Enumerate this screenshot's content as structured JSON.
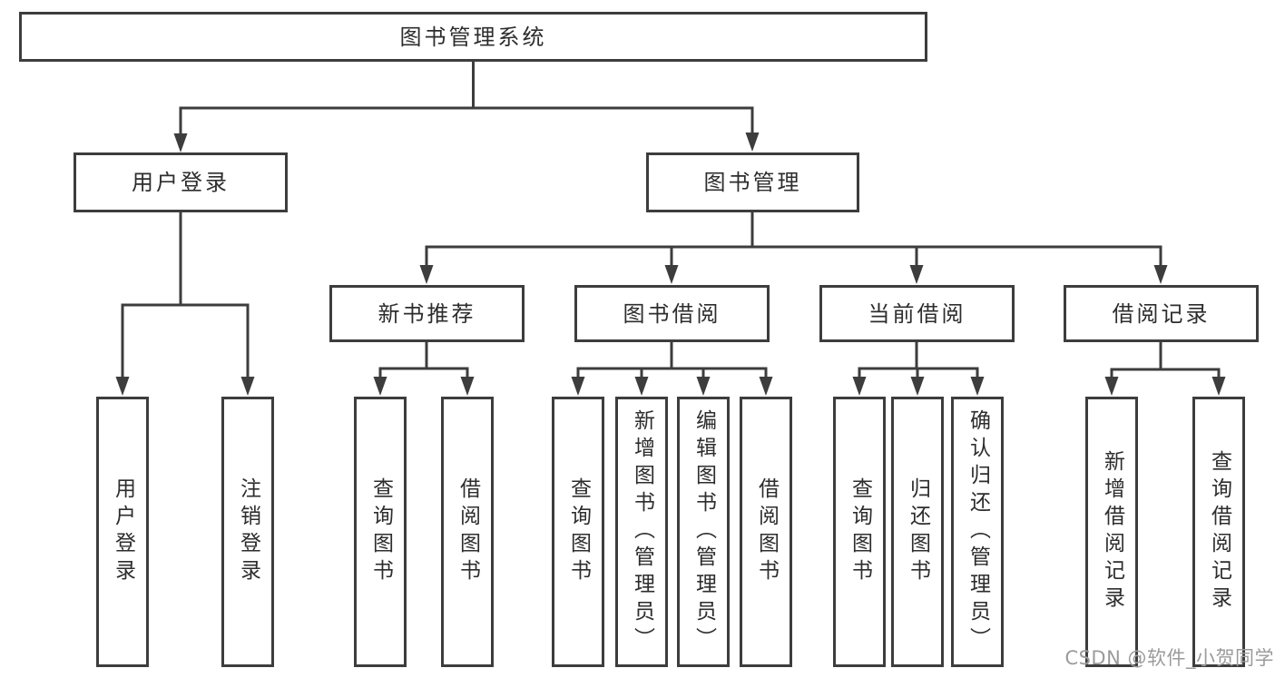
{
  "diagram": {
    "root": {
      "label": "图书管理系统"
    },
    "branches": {
      "user_login": {
        "label": "用户登录",
        "children": [
          "用户登录",
          "注销登录"
        ]
      },
      "book_management": {
        "label": "图书管理",
        "children": {
          "new_book": {
            "label": "新书推荐",
            "children": [
              "查询图书",
              "借阅图书"
            ]
          },
          "book_borrow": {
            "label": "图书借阅",
            "children": [
              "查询图书",
              "新增图书（管理员）",
              "编辑图书（管理员）",
              "借阅图书"
            ]
          },
          "current_borrow": {
            "label": "当前借阅",
            "children": [
              "查询图书",
              "归还图书",
              "确认归还（管理员）"
            ]
          },
          "borrow_records": {
            "label": "借阅记录",
            "children": [
              "新增借阅记录",
              "查询借阅记录"
            ]
          }
        }
      }
    }
  },
  "watermark": {
    "text": "CSDN @软件_小贺同学"
  },
  "colors": {
    "line": "#3d3d3d",
    "text": "#2d2d2d",
    "watermark": "#9b9b9b",
    "background": "#ffffff"
  }
}
